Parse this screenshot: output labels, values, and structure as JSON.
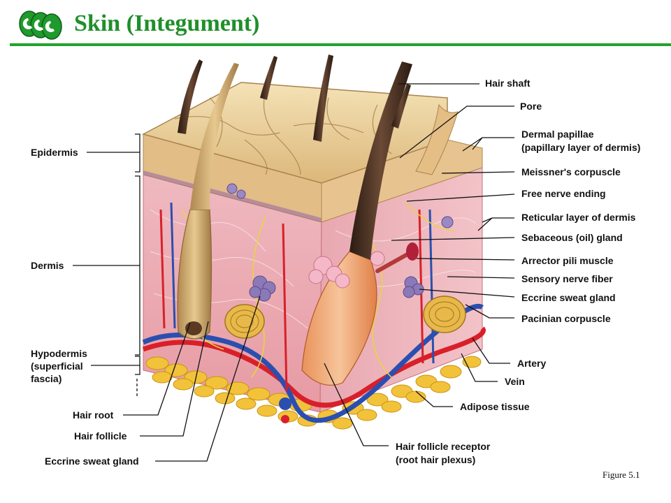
{
  "header": {
    "title": "Skin (Integument)",
    "logo_icon": "ccc-logo-icon",
    "accent_color": "#1f8f2a"
  },
  "labels": {
    "left": {
      "epidermis": "Epidermis",
      "dermis": "Dermis",
      "hypodermis_1": "Hypodermis",
      "hypodermis_2": "(superficial",
      "hypodermis_3": "fascia)",
      "hair_root": "Hair root",
      "hair_follicle": "Hair follicle",
      "eccrine_sweat_gland": "Eccrine sweat gland"
    },
    "right": {
      "hair_shaft": "Hair shaft",
      "pore": "Pore",
      "dermal_papillae_1": "Dermal papillae",
      "dermal_papillae_2": "(papillary layer of dermis)",
      "meissners_corpuscle": "Meissner's corpuscle",
      "free_nerve_ending": "Free nerve ending",
      "reticular_layer": "Reticular layer of dermis",
      "sebaceous_gland": "Sebaceous (oil) gland",
      "arrector_pili": "Arrector pili muscle",
      "sensory_nerve_fiber": "Sensory nerve fiber",
      "eccrine_sweat_gland": "Eccrine sweat gland",
      "pacinian_corpuscle": "Pacinian corpuscle",
      "artery": "Artery",
      "vein": "Vein",
      "adipose_tissue": "Adipose tissue"
    },
    "bottom": {
      "hair_follicle_receptor_1": "Hair follicle receptor",
      "hair_follicle_receptor_2": "(root hair plexus)"
    }
  },
  "footer": {
    "figure_label": "Figure 5.1"
  }
}
